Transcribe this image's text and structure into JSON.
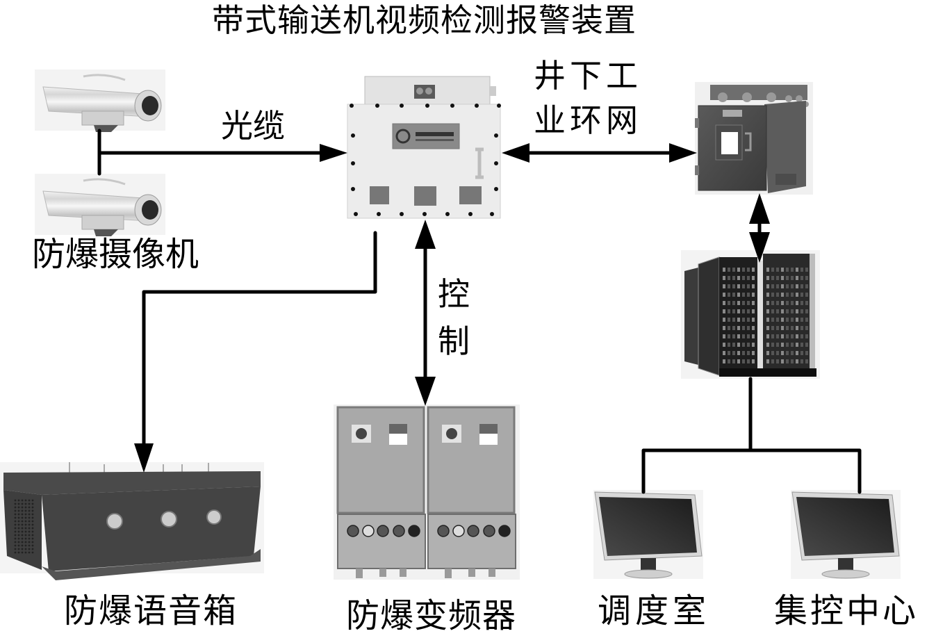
{
  "title": "带式输送机视频检测报警装置",
  "devices": {
    "camera": {
      "label": "防爆摄像机",
      "count": 2
    },
    "host": {
      "label": ""
    },
    "switch": {
      "label": ""
    },
    "server": {
      "label": ""
    },
    "speaker": {
      "label": "防爆语音箱"
    },
    "vfd": {
      "label": "防爆变频器"
    },
    "dispatch": {
      "label": "调度室"
    },
    "control_center": {
      "label": "集控中心"
    }
  },
  "links": {
    "fiber": {
      "label": "光缆",
      "from": "camera",
      "to": "host",
      "direction": "one-way"
    },
    "ring_network": {
      "label_line1": "井下工",
      "label_line2": "业环网",
      "from": "host",
      "to": "switch",
      "direction": "two-way"
    },
    "control": {
      "label_line1": "控",
      "label_line2": "制",
      "from": "host",
      "to": "vfd",
      "direction": "two-way"
    },
    "voice": {
      "from": "host",
      "to": "speaker",
      "direction": "one-way"
    },
    "switch_server": {
      "from": "switch",
      "to": "server",
      "direction": "two-way"
    },
    "server_clients": {
      "from": "server",
      "to": [
        "dispatch",
        "control_center"
      ],
      "direction": "none"
    }
  },
  "colors": {
    "line": "#000000",
    "background": "#ffffff"
  }
}
